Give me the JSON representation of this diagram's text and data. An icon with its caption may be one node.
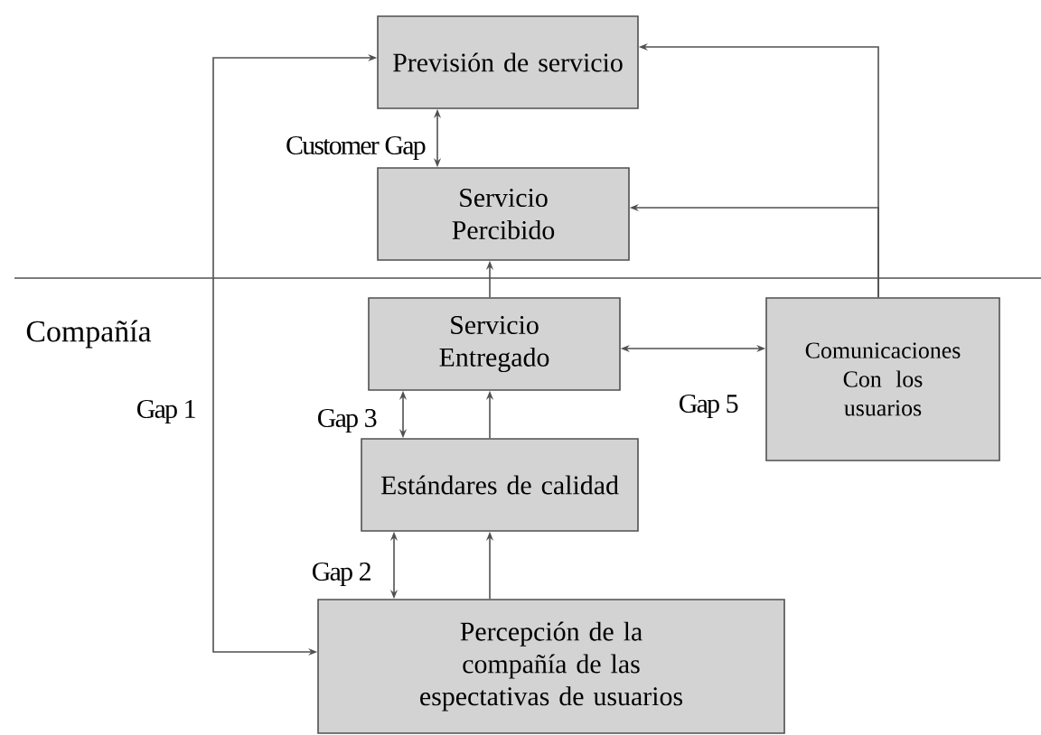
{
  "diagram": {
    "nodes": [
      {
        "text": [
          "Previsión de servicio"
        ]
      },
      {
        "text": [
          "Servicio Percibido"
        ]
      },
      {
        "text": [
          "Servicio Entregado"
        ]
      },
      {
        "text": [
          "Comunicaciones Con los usuarios"
        ]
      },
      {
        "text": [
          "Estándares de calidad"
        ]
      },
      {
        "text": [
          "Percepción de la compañía de las espectativas de usuarios"
        ]
      }
    ],
    "edges": [
      {
        "from": 0,
        "to": 1,
        "arrow": "both",
        "label": "Customer Gap"
      },
      {
        "from": 3,
        "to": 0,
        "arrow": "to"
      },
      {
        "from": 3,
        "to": 1,
        "arrow": "to"
      },
      {
        "from": 2,
        "to": 1,
        "arrow": "to"
      },
      {
        "from": 5,
        "to": 0,
        "arrow": "both",
        "label": "Gap 1"
      },
      {
        "from": 2,
        "to": 3,
        "arrow": "both",
        "label": "Gap 5"
      },
      {
        "from": 2,
        "to": 4,
        "arrow": "both",
        "label": "Gap 3"
      },
      {
        "from": 4,
        "to": 2,
        "arrow": "to"
      },
      {
        "from": 4,
        "to": 5,
        "arrow": "both",
        "label": "Gap 2"
      },
      {
        "from": 5,
        "to": 4,
        "arrow": "to"
      }
    ],
    "labels": [
      "Compañía"
    ]
  }
}
